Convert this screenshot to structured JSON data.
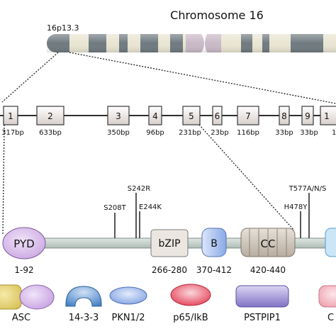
{
  "chromosome": {
    "title": "Chromosome 16",
    "band": "16p13.3"
  },
  "exons": [
    {
      "number": "1",
      "size": "317bp"
    },
    {
      "number": "2",
      "size": "633bp"
    },
    {
      "number": "3",
      "size": "350bp"
    },
    {
      "number": "4",
      "size": "96bp"
    },
    {
      "number": "5",
      "size": "231bp"
    },
    {
      "number": "6",
      "size": "23bp"
    },
    {
      "number": "7",
      "size": "116bp"
    },
    {
      "number": "8",
      "size": "33bp"
    },
    {
      "number": "9",
      "size": "33bp"
    },
    {
      "number": "1",
      "size": "1"
    }
  ],
  "protein": {
    "domains": [
      {
        "name": "PYD",
        "range": "1-92"
      },
      {
        "name": "bZIP",
        "range": "266-280"
      },
      {
        "name": "B",
        "range": "370-412"
      },
      {
        "name": "CC",
        "range": "420-440"
      }
    ],
    "mutations": [
      "S208T",
      "S242R",
      "E244K",
      "H478Y",
      "T577A/N/S"
    ]
  },
  "partners": [
    {
      "name": "ASC",
      "color": "#d9b8e8"
    },
    {
      "name": "14-3-3",
      "color": "#4a86c5"
    },
    {
      "name": "PKN1/2",
      "color": "#8fb0e8"
    },
    {
      "name": "p65/IkB",
      "color": "#e8556a"
    },
    {
      "name": "PSTPIP1",
      "color": "#9a8fcf"
    },
    {
      "name": "C",
      "color": "#f0b0bc"
    }
  ],
  "colors": {
    "chromosome_grey": "#6f7a80",
    "chromosome_light": "#e9e5d2",
    "centromere": "#c9b9c6",
    "pyd": "#d6b7ea",
    "bzip": "#ebe6e0",
    "b_box": "#a7c3f0",
    "cc": "#cfc7bd",
    "backbone": "#c5d0cc"
  }
}
